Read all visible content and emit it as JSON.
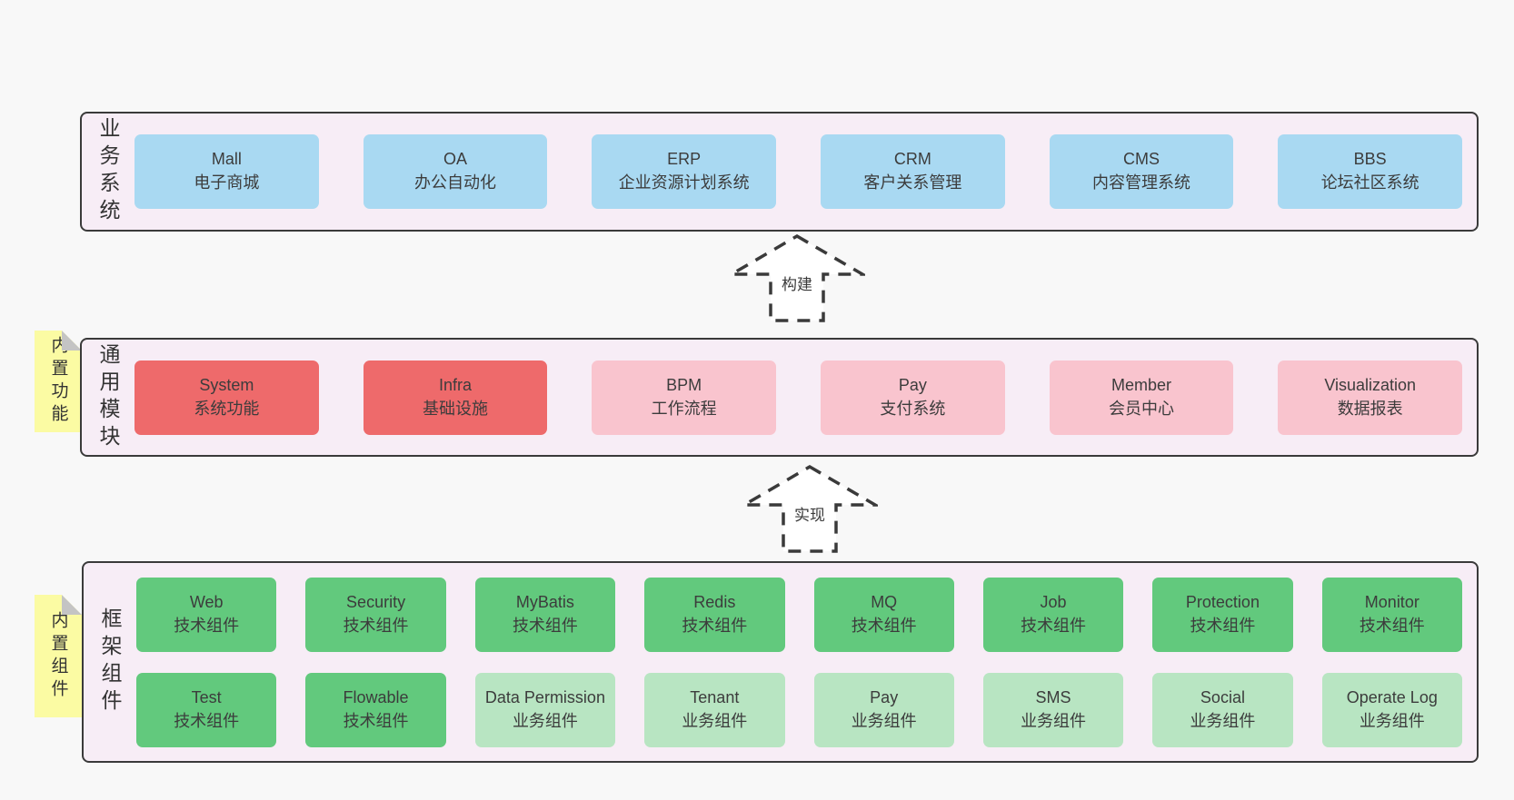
{
  "colors": {
    "page_bg": "#f8f8f8",
    "panel_bg": "#f7edf6",
    "border": "#3a3a3a",
    "blue": "#a9d9f2",
    "red": "#ee6a6b",
    "pink": "#f9c4ce",
    "green_dark": "#62c97d",
    "green_light": "#b8e5c2",
    "sticky": "#fbfba3",
    "fold": "#c4c4c4"
  },
  "arrows": [
    {
      "label": "构建"
    },
    {
      "label": "实现"
    }
  ],
  "panels": [
    {
      "label": "业务系统",
      "boxes": [
        {
          "name": "Mall",
          "desc": "电子商城",
          "color": "blue"
        },
        {
          "name": "OA",
          "desc": "办公自动化",
          "color": "blue"
        },
        {
          "name": "ERP",
          "desc": "企业资源计划系统",
          "color": "blue"
        },
        {
          "name": "CRM",
          "desc": "客户关系管理",
          "color": "blue"
        },
        {
          "name": "CMS",
          "desc": "内容管理系统",
          "color": "blue"
        },
        {
          "name": "BBS",
          "desc": "论坛社区系统",
          "color": "blue"
        }
      ]
    },
    {
      "label": "通用模块",
      "sticky": "内置功能",
      "boxes": [
        {
          "name": "System",
          "desc": "系统功能",
          "color": "red"
        },
        {
          "name": "Infra",
          "desc": "基础设施",
          "color": "red"
        },
        {
          "name": "BPM",
          "desc": "工作流程",
          "color": "pink"
        },
        {
          "name": "Pay",
          "desc": "支付系统",
          "color": "pink"
        },
        {
          "name": "Member",
          "desc": "会员中心",
          "color": "pink"
        },
        {
          "name": "Visualization",
          "desc": "数据报表",
          "color": "pink"
        }
      ]
    },
    {
      "label": "框架组件",
      "sticky": "内置组件",
      "rows": [
        [
          {
            "name": "Web",
            "desc": "技术组件",
            "color": "green_dark"
          },
          {
            "name": "Security",
            "desc": "技术组件",
            "color": "green_dark"
          },
          {
            "name": "MyBatis",
            "desc": "技术组件",
            "color": "green_dark"
          },
          {
            "name": "Redis",
            "desc": "技术组件",
            "color": "green_dark"
          },
          {
            "name": "MQ",
            "desc": "技术组件",
            "color": "green_dark"
          },
          {
            "name": "Job",
            "desc": "技术组件",
            "color": "green_dark"
          },
          {
            "name": "Protection",
            "desc": "技术组件",
            "color": "green_dark"
          },
          {
            "name": "Monitor",
            "desc": "技术组件",
            "color": "green_dark"
          }
        ],
        [
          {
            "name": "Test",
            "desc": "技术组件",
            "color": "green_dark"
          },
          {
            "name": "Flowable",
            "desc": "技术组件",
            "color": "green_dark"
          },
          {
            "name": "Data Permission",
            "desc": "业务组件",
            "color": "green_light"
          },
          {
            "name": "Tenant",
            "desc": "业务组件",
            "color": "green_light"
          },
          {
            "name": "Pay",
            "desc": "业务组件",
            "color": "green_light"
          },
          {
            "name": "SMS",
            "desc": "业务组件",
            "color": "green_light"
          },
          {
            "name": "Social",
            "desc": "业务组件",
            "color": "green_light"
          },
          {
            "name": "Operate Log",
            "desc": "业务组件",
            "color": "green_light"
          }
        ]
      ]
    }
  ]
}
